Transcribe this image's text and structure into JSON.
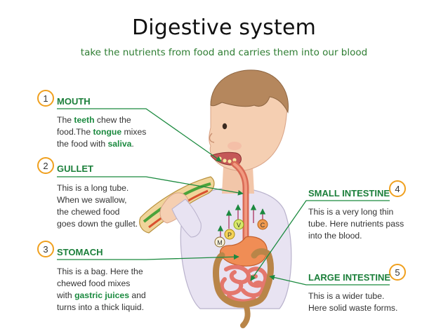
{
  "title": "Digestive system",
  "subtitle": "take the nutrients from food and carries them into our blood",
  "organs": [
    {
      "number": "1",
      "name": "MOUTH",
      "lines": [
        [
          {
            "t": "The "
          },
          {
            "t": "teeth",
            "hl": true
          },
          {
            "t": " chew the"
          }
        ],
        [
          {
            "t": "food.The "
          },
          {
            "t": "tongue",
            "hl": true
          },
          {
            "t": " mixes"
          }
        ],
        [
          {
            "t": "the food with "
          },
          {
            "t": "saliva",
            "hl": true
          },
          {
            "t": "."
          }
        ]
      ]
    },
    {
      "number": "2",
      "name": "GULLET",
      "lines": [
        [
          {
            "t": "This is a long tube."
          }
        ],
        [
          {
            "t": "When we swallow,"
          }
        ],
        [
          {
            "t": "the chewed food"
          }
        ],
        [
          {
            "t": "goes down the gullet."
          }
        ]
      ]
    },
    {
      "number": "3",
      "name": "STOMACH",
      "lines": [
        [
          {
            "t": "This is a bag. Here the"
          }
        ],
        [
          {
            "t": "chewed food mixes"
          }
        ],
        [
          {
            "t": "with "
          },
          {
            "t": "gastric juices",
            "hl": true
          },
          {
            "t": " and"
          }
        ],
        [
          {
            "t": "turns into a thick liquid."
          }
        ]
      ]
    },
    {
      "number": "4",
      "name": "SMALL INTESTINE",
      "lines": [
        [
          {
            "t": "This is a very long thin"
          }
        ],
        [
          {
            "t": "tube. Here nutrients pass"
          }
        ],
        [
          {
            "t": "into the blood."
          }
        ]
      ]
    },
    {
      "number": "5",
      "name": "LARGE INTESTINE",
      "lines": [
        [
          {
            "t": "This is a wider tube."
          }
        ],
        [
          {
            "t": "Here solid waste forms."
          }
        ]
      ]
    }
  ],
  "nutrient_labels": [
    "M",
    "P",
    "V",
    "C"
  ],
  "colors": {
    "accent_green": "#1b8a3f",
    "circle_orange": "#f0a01e",
    "subtitle_green": "#2e7d32"
  }
}
